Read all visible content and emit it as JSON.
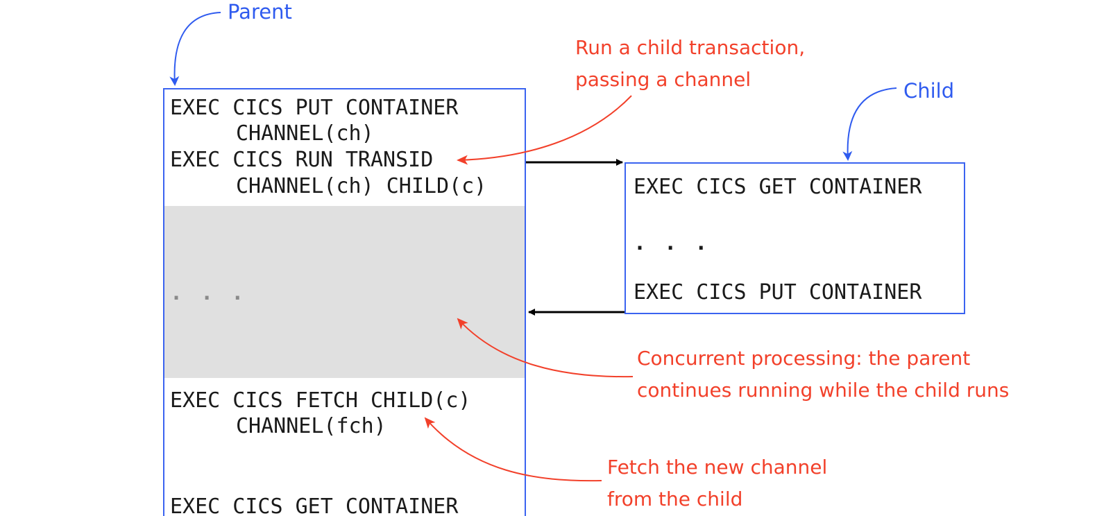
{
  "labels": {
    "parent": "Parent",
    "child": "Child"
  },
  "parent_code": {
    "line1": "EXEC CICS PUT CONTAINER",
    "line2": "CHANNEL(ch)",
    "line3": "EXEC CICS RUN TRANSID",
    "line4": "CHANNEL(ch) CHILD(c)",
    "ellipsis": ". . .",
    "line5": "EXEC CICS FETCH CHILD(c)",
    "line6": "CHANNEL(fch)",
    "line7": "EXEC CICS GET CONTAINER"
  },
  "child_code": {
    "line1": "EXEC CICS GET CONTAINER",
    "ellipsis": ". . .",
    "line2": "EXEC CICS PUT CONTAINER"
  },
  "annotations": {
    "run_child_l1": "Run a child transaction,",
    "run_child_l2": "passing a channel",
    "concurrent_l1": "Concurrent processing: the parent",
    "concurrent_l2": "continues running while the child runs",
    "fetch_l1": "Fetch the new channel",
    "fetch_l2": "from the child"
  },
  "colors": {
    "blue": "#2f5bef",
    "red": "#f2402a",
    "concurrent_bg": "#e0e0e0",
    "box_border": "#3a63f0"
  }
}
